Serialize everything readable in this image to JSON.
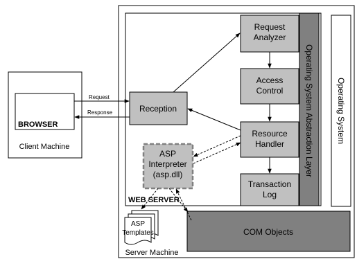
{
  "client": {
    "browser_label": "BROWSER",
    "machine_label": "Client Machine"
  },
  "arrows": {
    "request_label": "Request",
    "response_label": "Response"
  },
  "server": {
    "reception": "Reception",
    "request_analyzer": [
      "Request",
      "Analyzer"
    ],
    "access_control": [
      "Access",
      "Control"
    ],
    "resource_handler": [
      "Resource",
      "Handler"
    ],
    "transaction_log": [
      "Transaction",
      "Log"
    ],
    "asp_interpreter": [
      "ASP",
      "Interpreter",
      "(asp.dll)"
    ],
    "web_server_label": "WEB SERVER",
    "asp_templates": [
      "ASP",
      "Templates"
    ],
    "com_objects": "COM Objects",
    "machine_label": "Server Machine",
    "os_abstraction_layer": "Operating System Abstraction Layer",
    "operating_system": "Operating System"
  },
  "colors": {
    "component_fill": "#c0c0c0",
    "layer_fill": "#808080",
    "com_fill": "#808080",
    "line": "#000000"
  }
}
